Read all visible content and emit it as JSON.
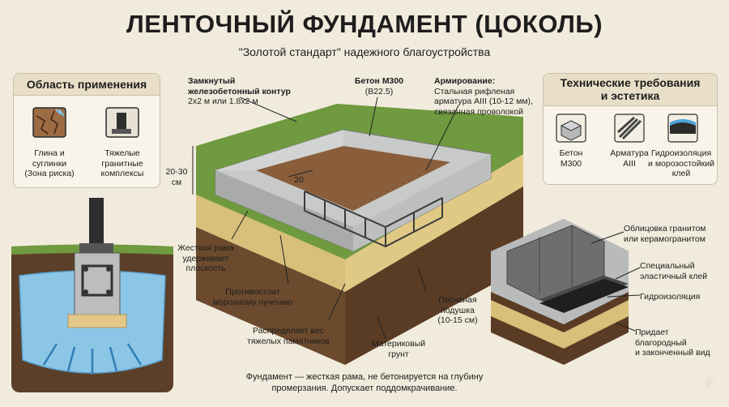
{
  "title": "ЛЕНТОЧНЫЙ ФУНДАМЕНТ (ЦОКОЛЬ)",
  "subtitle": "\"Золотой стандарт\" надежного благоустройства",
  "left_panel": {
    "heading": "Область применения",
    "items": [
      {
        "icon": "clay-soil-icon",
        "label_1": "Глина и",
        "label_2": "суглинки",
        "label_3": "(Зона риска)"
      },
      {
        "icon": "granite-monument-icon",
        "label_1": "Тяжелые",
        "label_2": "гранитные",
        "label_3": "комплексы"
      }
    ]
  },
  "right_panel": {
    "heading_1": "Технические требования",
    "heading_2": "и эстетика",
    "items": [
      {
        "icon": "concrete-block-icon",
        "label_1": "Бетон",
        "label_2": "М300"
      },
      {
        "icon": "rebar-icon",
        "label_1": "Арматура",
        "label_2": "AIII"
      },
      {
        "icon": "waterproofing-icon",
        "label_1": "Гидроизоляция",
        "label_2": "и морозостойкий",
        "label_3": "клей"
      }
    ]
  },
  "callouts": {
    "contour_1": "Замкнутый",
    "contour_2": "железобетонный контур",
    "contour_3": "2х2 м или 1.8х2 м",
    "concrete_1": "Бетон М300",
    "concrete_2": "(В22.5)",
    "rebar_1": "Армирование:",
    "rebar_2": "Стальная рифленая",
    "rebar_3": "арматура AIII (10-12 мм),",
    "rebar_4": "связанная проволокой",
    "height_1": "20-30",
    "height_2": "см",
    "width": "20",
    "rigid_1": "Жесткая рама",
    "rigid_2": "удерживает",
    "rigid_3": "плоскость",
    "frost_1": "Противостоит",
    "frost_2": "морозному пучению",
    "weight_1": "Распределяет вес",
    "weight_2": "тяжелых памятников",
    "native_1": "Материковый",
    "native_2": "грунт",
    "sand_1": "Песчаная",
    "sand_2": "подушка",
    "sand_3": "(10-15 см)",
    "cladding_1": "Облицовка гранитом",
    "cladding_2": "или керамогранитом",
    "glue_1": "Специальный",
    "glue_2": "эластичный клей",
    "waterproof": "Гидроизоляция",
    "finish_1": "Придает",
    "finish_2": "благородный",
    "finish_3": "и законченный вид"
  },
  "footer_1": "Фундамент — жесткая рама, не бетонируется на глубину",
  "footer_2": "промерзания. Допускает поддомкрачивание.",
  "colors": {
    "panel_head": "#e9dfc8",
    "concrete": "#b9bbbb",
    "soil": "#6b4a2e",
    "sand": "#d8bf7a",
    "grass": "#6f9a3f",
    "water": "#8cc6e6"
  }
}
